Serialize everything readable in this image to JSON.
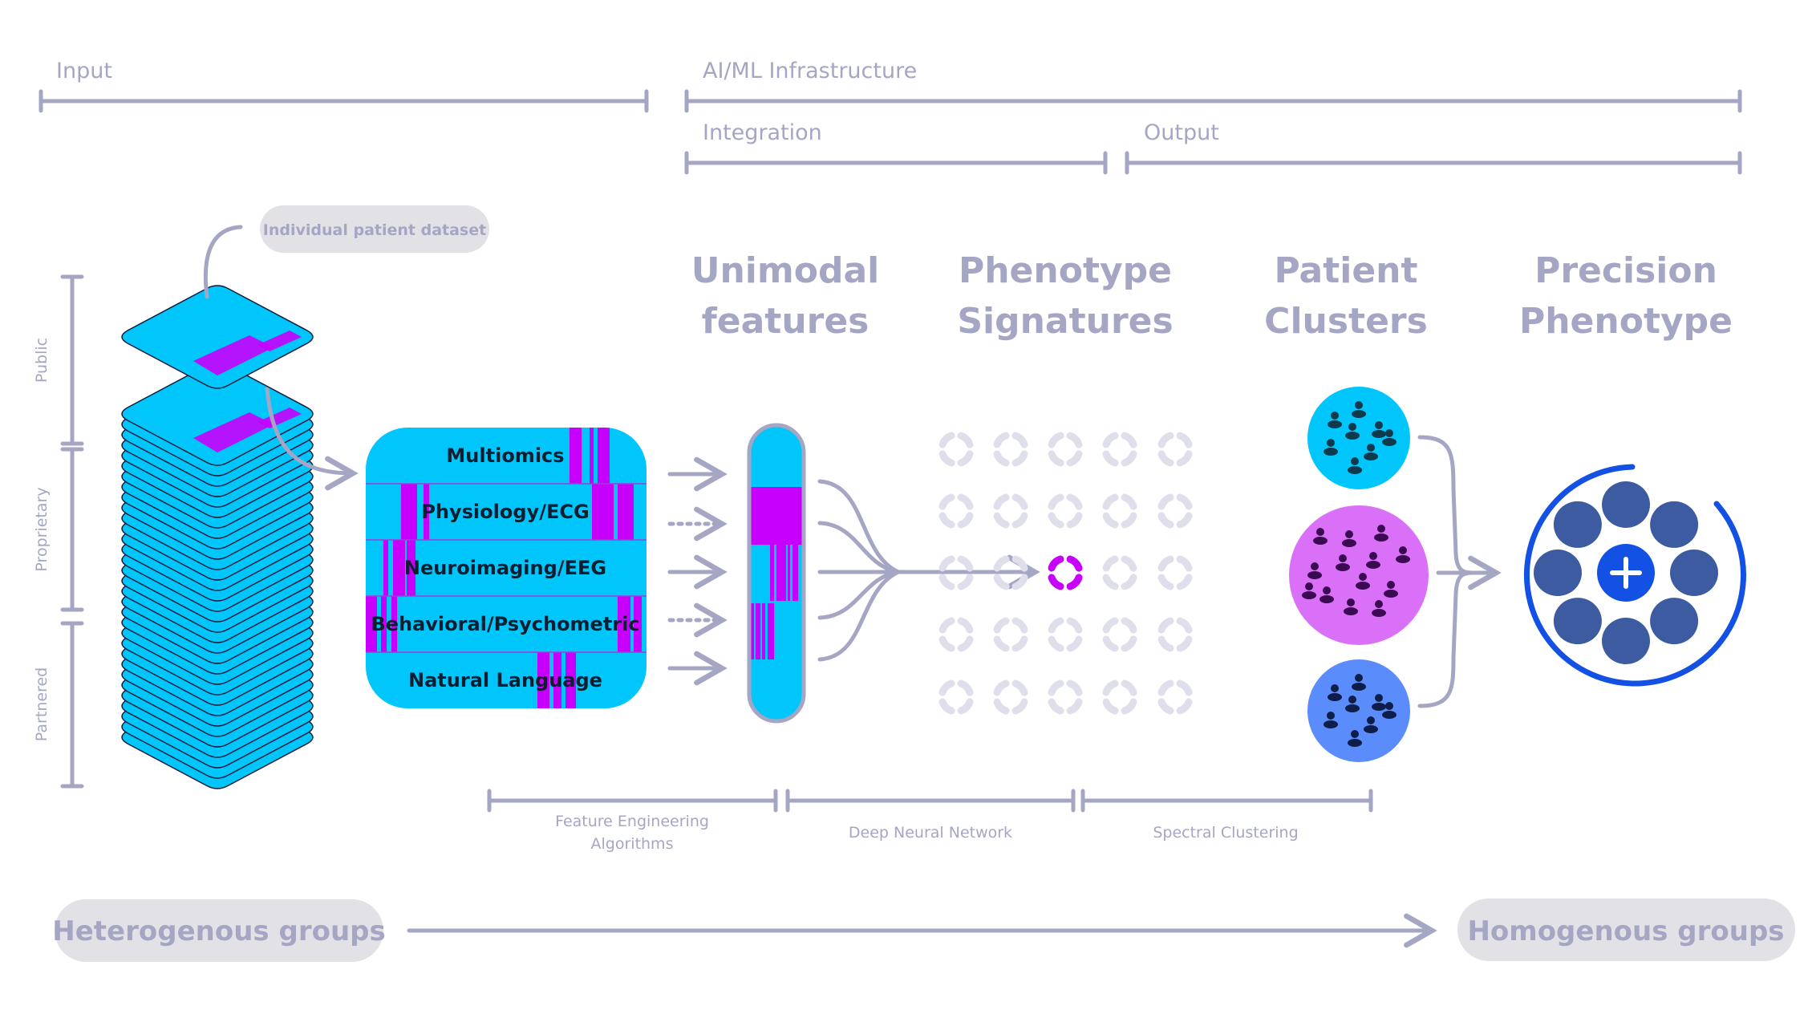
{
  "sections": {
    "input": "Input",
    "ai_ml": "AI/ML Infrastructure",
    "integration": "Integration",
    "output": "Output"
  },
  "callout": "Individual patient dataset",
  "data_sources": [
    "Public",
    "Proprietary",
    "Partnered"
  ],
  "modalities": [
    {
      "label": "Multiomics",
      "arrow": "solid"
    },
    {
      "label": "Physiology/ECG",
      "arrow": "dotted"
    },
    {
      "label": "Neuroimaging/EEG",
      "arrow": "solid"
    },
    {
      "label": "Behavioral/Psychometric",
      "arrow": "dotted"
    },
    {
      "label": "Natural Language",
      "arrow": "solid"
    }
  ],
  "stage_titles": [
    {
      "line1": "Unimodal",
      "line2": "features"
    },
    {
      "line1": "Phenotype",
      "line2": "Signatures"
    },
    {
      "line1": "Patient",
      "line2": "Clusters"
    },
    {
      "line1": "Precision",
      "line2": "Phenotype"
    }
  ],
  "signature_grid": {
    "rows": 5,
    "cols": 5,
    "highlighted": {
      "row": 3,
      "col": 3
    }
  },
  "clusters": [
    {
      "name": "cluster-1",
      "color": "#00c6fb",
      "patients": 8
    },
    {
      "name": "cluster-2",
      "color": "#da70f7",
      "patients": 13
    },
    {
      "name": "cluster-3",
      "color": "#5b8cfb",
      "patients": 8
    }
  ],
  "precision_phenotype": {
    "member_count": 8,
    "center_icon": "plus-icon"
  },
  "methods": [
    "Feature Engineering|Algorithms",
    "Deep Neural Network",
    "Spectral Clustering"
  ],
  "method_lines": [
    [
      "Feature Engineering",
      "Algorithms"
    ],
    [
      "Deep Neural Network"
    ],
    [
      "Spectral Clustering"
    ]
  ],
  "groups": {
    "start": "Heterogenous groups",
    "end": "Homogenous groups"
  },
  "colors": {
    "cyan": "#00c6fb",
    "magenta": "#c600fb",
    "label_gray": "#a5a6c4",
    "pill_bg": "#e2e2e6",
    "grid_gray": "#dedfea",
    "precision_blue": "#1251e3",
    "member_blue": "#3c5ba1"
  }
}
